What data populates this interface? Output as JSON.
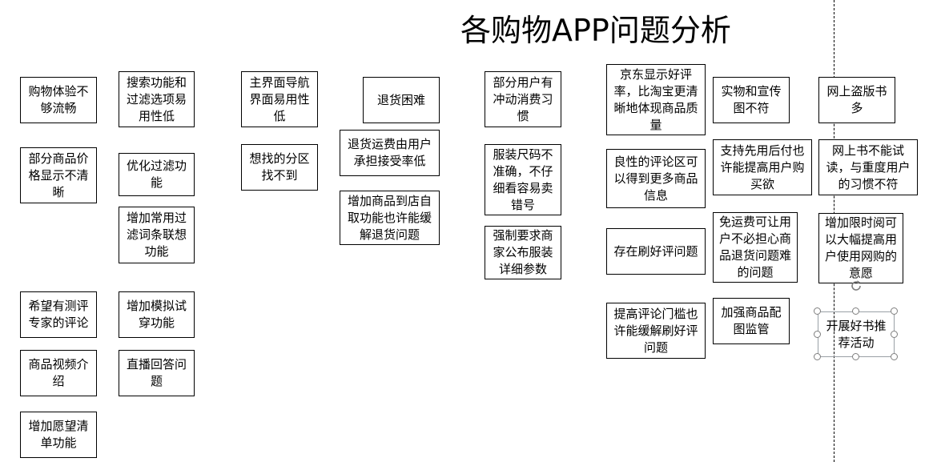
{
  "title": "各购物APP问题分析",
  "colors": {
    "box_border": "#000000",
    "background": "#ffffff",
    "handle_border": "#7f7f7f"
  },
  "icons": {
    "rotate": "rotate-handle-icon",
    "resize": "resize-handle-icon"
  },
  "notes": [
    {
      "id": "n1",
      "text": "购物体验不够流畅"
    },
    {
      "id": "n2",
      "text": "部分商品价格显示不清晰"
    },
    {
      "id": "n3",
      "text": "希望有测评专家的评论"
    },
    {
      "id": "n4",
      "text": "商品视频介绍"
    },
    {
      "id": "n5",
      "text": "增加愿望清单功能"
    },
    {
      "id": "n6",
      "text": "搜索功能和过滤选项易用性低"
    },
    {
      "id": "n7",
      "text": "优化过滤功能"
    },
    {
      "id": "n8",
      "text": "增加常用过滤词条联想功能"
    },
    {
      "id": "n9",
      "text": "增加模拟试穿功能"
    },
    {
      "id": "n10",
      "text": "直播回答问题"
    },
    {
      "id": "n11",
      "text": "主界面导航界面易用性低"
    },
    {
      "id": "n12",
      "text": "想找的分区找不到"
    },
    {
      "id": "n13",
      "text": "退货困难"
    },
    {
      "id": "n14",
      "text": "退货运费由用户承担接受率低"
    },
    {
      "id": "n15",
      "text": "增加商品到店自取功能也许能缓解退货问题"
    },
    {
      "id": "n16",
      "text": "部分用户有冲动消费习惯"
    },
    {
      "id": "n17",
      "text": "服装尺码不准确，不仔细看容易卖错号"
    },
    {
      "id": "n18",
      "text": "强制要求商家公布服装详细参数"
    },
    {
      "id": "n19",
      "text": "京东显示好评率，比淘宝更清晰地体现商品质量"
    },
    {
      "id": "n20",
      "text": "良性的评论区可以得到更多商品信息"
    },
    {
      "id": "n21",
      "text": "存在刷好评问题"
    },
    {
      "id": "n22",
      "text": "提高评论门槛也许能缓解刷好评问题"
    },
    {
      "id": "n23",
      "text": "实物和宣传图不符"
    },
    {
      "id": "n24",
      "text": "支持先用后付也许能提高用户购买欲"
    },
    {
      "id": "n25",
      "text": "免运费可让用户不必担心商品退货问题难的问题"
    },
    {
      "id": "n26",
      "text": "加强商品配图监管"
    },
    {
      "id": "n27",
      "text": "网上盗版书多"
    },
    {
      "id": "n28",
      "text": "网上书不能试读，与重度用户的习惯不符"
    },
    {
      "id": "n29",
      "text": "增加限时阅可以大幅提高用户使用网购的意愿"
    },
    {
      "id": "n30",
      "text": "开展好书推荐活动",
      "selected": true
    }
  ]
}
